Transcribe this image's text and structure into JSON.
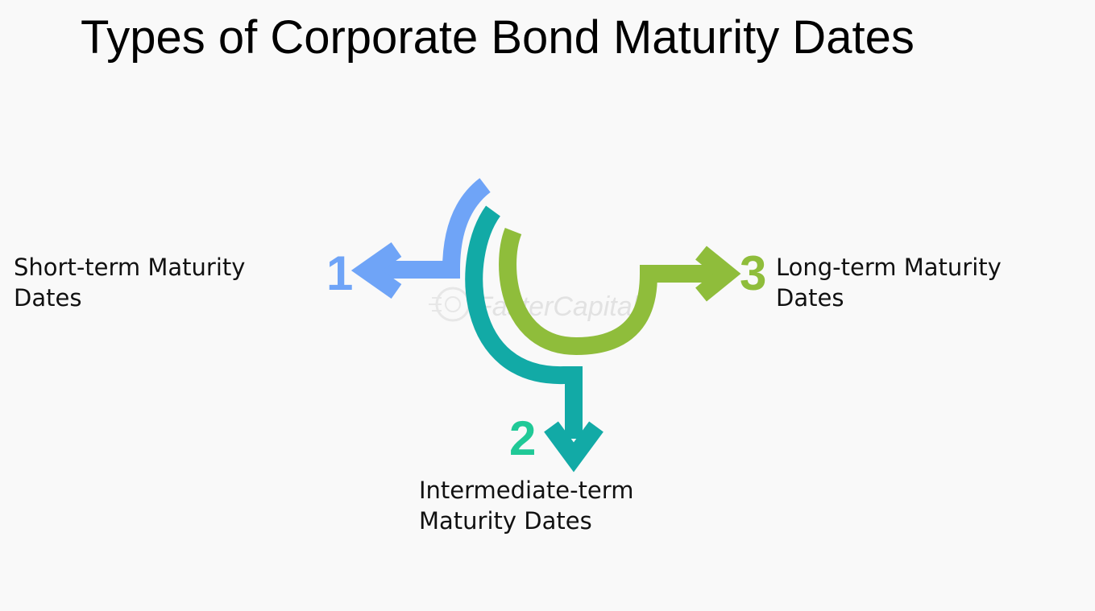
{
  "title": "Types of Corporate Bond Maturity Dates",
  "watermark": "FasterCapital",
  "steps": [
    {
      "number": "1",
      "label_lines": [
        "Short-term Maturity",
        "Dates"
      ],
      "color": "#6fa4f7",
      "arrow_direction": "left"
    },
    {
      "number": "2",
      "label_lines": [
        "Intermediate-term",
        "Maturity Dates"
      ],
      "color": "#12aaa6",
      "number_color": "#20c997",
      "arrow_direction": "down"
    },
    {
      "number": "3",
      "label_lines": [
        "Long-term Maturity",
        "Dates"
      ],
      "color": "#8fbd3b",
      "arrow_direction": "right"
    }
  ]
}
